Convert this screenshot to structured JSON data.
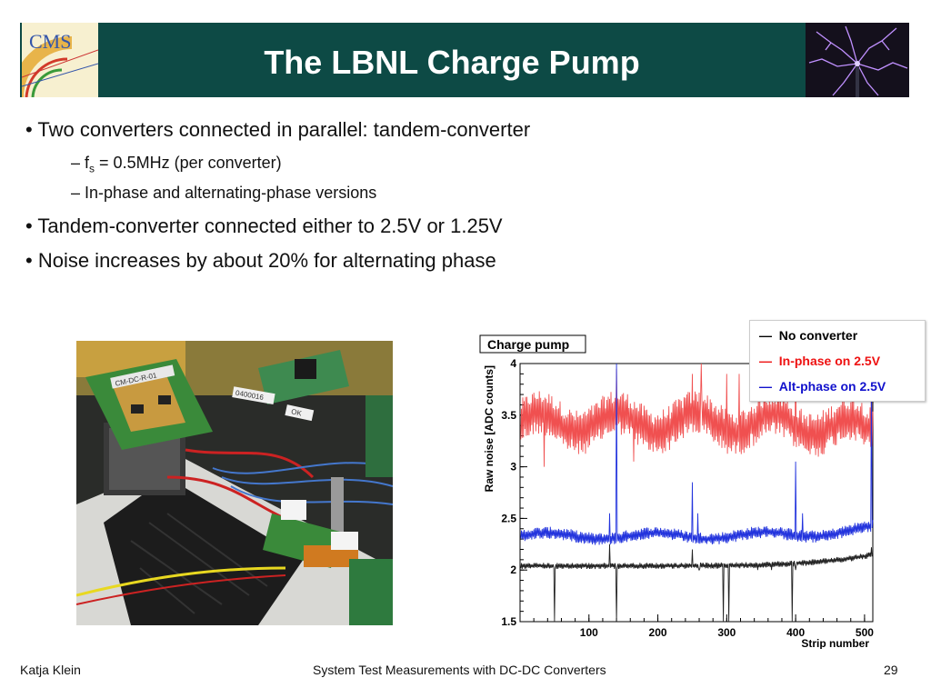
{
  "slide": {
    "title": "The LBNL Charge Pump",
    "logo_text": "CMS",
    "bullets": [
      {
        "marker": "•",
        "text": "Two converters connected in parallel: tandem-converter"
      },
      {
        "marker": "–",
        "text_pre": "f",
        "text_sub": "s",
        "text_post": " = 0.5MHz (per converter)"
      },
      {
        "marker": "–",
        "text": "In-phase and alternating-phase versions"
      },
      {
        "marker": "•",
        "text": "Tandem-converter connected either to 2.5V or 1.25V"
      },
      {
        "marker": "•",
        "text": "Noise increases by about 20% for alternating phase"
      }
    ],
    "photo_labels": [
      "0400016",
      "OK",
      "CM-DC-R-01"
    ],
    "footer": {
      "author": "Katja Klein",
      "center": "System Test Measurements with DC-DC Converters",
      "page": "29"
    }
  },
  "legend": {
    "marker": "—",
    "items": [
      {
        "label": "No converter",
        "color": "#000000"
      },
      {
        "label": "In-phase on 2.5V",
        "color": "#ee1111"
      },
      {
        "label": "Alt-phase on 2.5V",
        "color": "#1111cc"
      }
    ]
  },
  "colors": {
    "header": "#0d4a45",
    "series_none": "#222222",
    "series_inphase": "#f05050",
    "series_alt": "#2233dd"
  },
  "chart_data": {
    "type": "line",
    "title": "Charge pump",
    "xlabel": "Strip number",
    "ylabel": "Raw noise [ADC counts]",
    "xlim": [
      0,
      512
    ],
    "ylim": [
      1.5,
      4.0
    ],
    "xticks": [
      100,
      200,
      300,
      400,
      500
    ],
    "yticks": [
      1.5,
      2,
      2.5,
      3,
      3.5,
      4
    ],
    "series": [
      {
        "name": "No converter",
        "base": 2.04,
        "amp": 0.03,
        "end": 2.15,
        "spikes": [
          [
            50,
            1.5
          ],
          [
            130,
            2.25
          ],
          [
            140,
            1.5
          ],
          [
            250,
            2.2
          ],
          [
            260,
            2.0
          ],
          [
            295,
            1.5
          ],
          [
            303,
            1.5
          ],
          [
            345,
            2.0
          ],
          [
            365,
            2.0
          ],
          [
            395,
            1.5
          ],
          [
            400,
            2.0
          ],
          [
            510,
            2.22
          ]
        ]
      },
      {
        "name": "In-phase on 2.5V",
        "base": 3.43,
        "amp": 0.22,
        "end": 3.35,
        "spikes": [
          [
            35,
            3.0
          ],
          [
            140,
            3.95
          ],
          [
            165,
            3.05
          ],
          [
            250,
            3.9
          ],
          [
            263,
            4.0
          ],
          [
            300,
            3.9
          ],
          [
            318,
            3.9
          ],
          [
            400,
            4.0
          ],
          [
            405,
            3.2
          ],
          [
            510,
            3.95
          ]
        ]
      },
      {
        "name": "Alt-phase on 2.5V",
        "base": 2.33,
        "amp": 0.06,
        "end": 2.4,
        "spikes": [
          [
            130,
            2.55
          ],
          [
            140,
            4.0
          ],
          [
            250,
            2.85
          ],
          [
            258,
            2.55
          ],
          [
            400,
            3.05
          ],
          [
            410,
            2.55
          ],
          [
            510,
            3.95
          ]
        ]
      }
    ]
  }
}
